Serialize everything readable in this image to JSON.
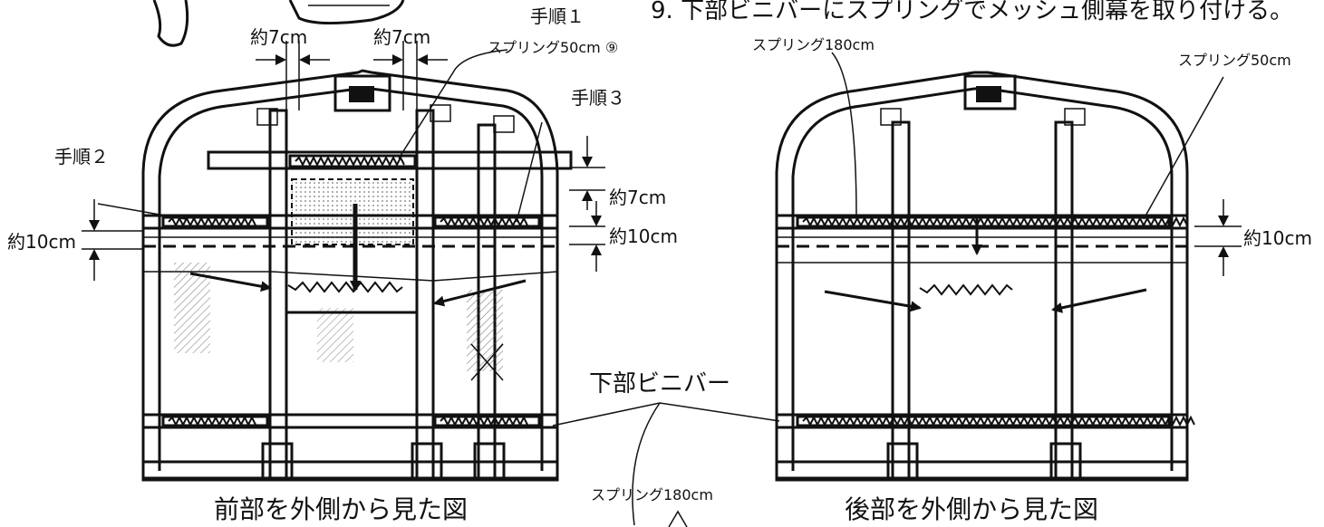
{
  "header": {
    "step_text": "9. 下部ビニバーにスプリングでメッシュ側幕を取り付ける。"
  },
  "front": {
    "caption": "前部を外側から見た図",
    "step1_label": "手順１",
    "step2_label": "手順２",
    "step3_label": "手順３",
    "spring_top_label": "スプリング50cm ⑨",
    "gap_left_label": "約7cm",
    "gap_right_label": "約7cm",
    "offset_upper_label": "約7cm",
    "offset_lower_label": "約10cm",
    "offset_left_label": "約10cm"
  },
  "back": {
    "caption": "後部を外側から見た図",
    "spring_long_label": "スプリング180cm",
    "spring_short_label": "スプリング50cm",
    "offset_label": "約10cm"
  },
  "shared": {
    "lower_bar_label": "下部ビニバー",
    "spring_bottom_label": "スプリング180cm"
  }
}
